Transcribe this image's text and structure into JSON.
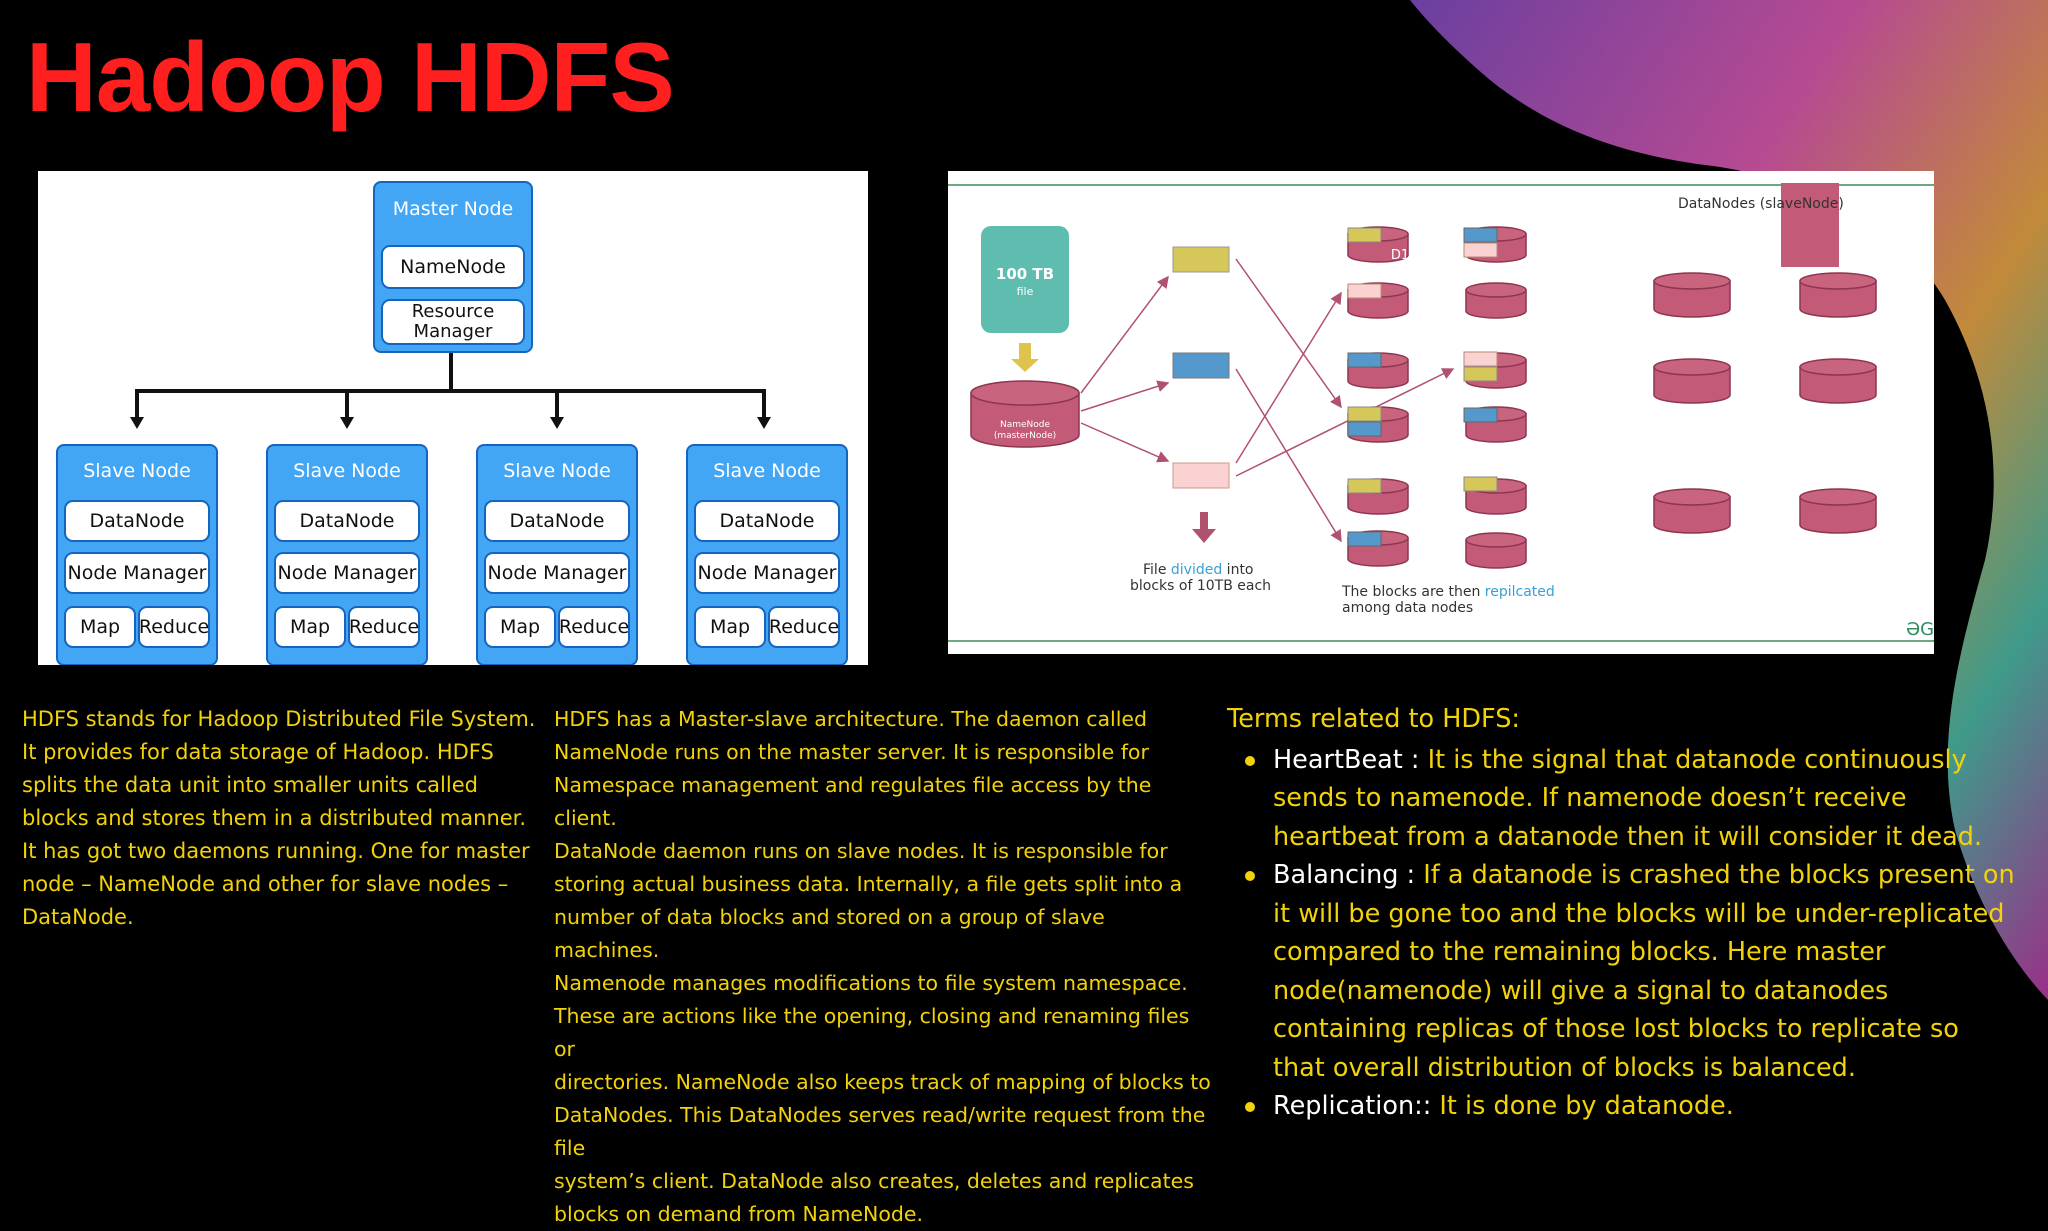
{
  "title": "Hadoop HDFS",
  "colors": {
    "background": "#000000",
    "title": "#ff1f1f",
    "body_text": "#f2d20a",
    "term_name": "#ffffff",
    "node_fill": "#42a6f5",
    "node_border": "#1565c0",
    "disk": "#c25a78",
    "file_block": "#5fbdb0"
  },
  "cluster_diagram": {
    "master": {
      "title": "Master Node",
      "components": [
        "NameNode",
        "Resource Manager"
      ]
    },
    "slaves": [
      {
        "title": "Slave Node",
        "datanode": "DataNode",
        "manager": "Node Manager",
        "map": "Map",
        "reduce": "Reduce"
      },
      {
        "title": "Slave Node",
        "datanode": "DataNode",
        "manager": "Node Manager",
        "map": "Map",
        "reduce": "Reduce"
      },
      {
        "title": "Slave Node",
        "datanode": "DataNode",
        "manager": "Node Manager",
        "map": "Map",
        "reduce": "Reduce"
      },
      {
        "title": "Slave Node",
        "datanode": "DataNode",
        "manager": "Node Manager",
        "map": "Map",
        "reduce": "Reduce"
      }
    ]
  },
  "block_diagram": {
    "file_label": "100 TB",
    "file_sub": "file",
    "namenode_line1": "NameNode",
    "namenode_line2": "(masterNode)",
    "datanodes_label": "DataNodes (slaveNode)",
    "d1_label": "D1",
    "divided_caption": {
      "pre": "File ",
      "highlight": "divided",
      "post": " into",
      "line2": "blocks of 10TB each"
    },
    "replicated_caption": {
      "pre": "The blocks are then ",
      "highlight": "repilcated",
      "line2": "among data nodes"
    },
    "corner_mark": "ƏG"
  },
  "column1": [
    "HDFS stands for Hadoop Distributed File System.",
    "It provides for data storage of Hadoop. HDFS",
    "splits the data unit into smaller units called",
    "blocks and stores them in a distributed manner.",
    "It has got two daemons running. One for master",
    "node – NameNode and other for slave nodes –",
    "DataNode."
  ],
  "column2": [
    "HDFS has a Master-slave architecture. The daemon called",
    "NameNode runs on the master server. It is responsible for",
    "Namespace management and regulates file access by the client.",
    "DataNode daemon runs on slave nodes. It is responsible for",
    "storing actual business data. Internally, a file gets split into a",
    "number of data blocks and stored on a group of slave machines.",
    "Namenode manages modifications to file system namespace.",
    "These are actions like the opening, closing and renaming files or",
    "directories. NameNode also keeps track of mapping of blocks to",
    "DataNodes. This DataNodes serves read/write request from the file",
    "system’s client. DataNode also creates, deletes and replicates",
    "blocks on demand from NameNode."
  ],
  "terms": {
    "heading": "Terms related to HDFS:",
    "items": [
      {
        "name": "HeartBeat :",
        "text": " It is the signal that datanode continuously sends to namenode. If namenode doesn’t receive heartbeat from a datanode then it will consider it dead."
      },
      {
        "name": "Balancing :",
        "text": " If a datanode is crashed the blocks present on it will be gone too and the blocks will be under-replicated compared to the remaining blocks. Here master node(namenode) will give a signal to datanodes containing replicas of those lost blocks to replicate so that overall distribution of blocks is balanced."
      },
      {
        "name": "Replication::",
        "text": " It is done by datanode."
      }
    ]
  }
}
